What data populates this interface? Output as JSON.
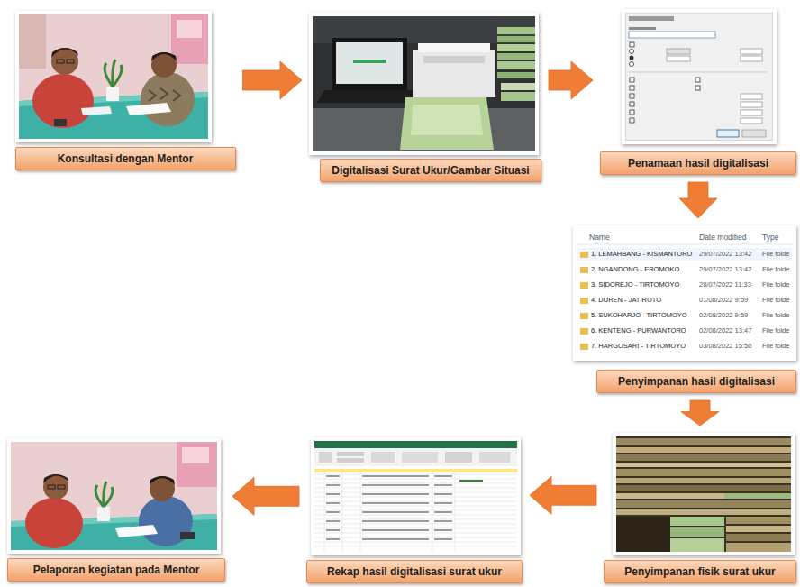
{
  "diagram": {
    "nodes": [
      {
        "text": [
          "Konsultasi dengan Mentor"
        ]
      },
      {
        "text": [
          "Digitalisasi Surat Ukur/Gambar Situasi"
        ]
      },
      {
        "text": [
          "Penamaan hasil digitalisasi"
        ]
      },
      {
        "text": [
          "Penyimpanan hasil digitalisasi"
        ]
      },
      {
        "text": [
          "Penyimpanan fisik surat ukur"
        ]
      },
      {
        "text": [
          "Rekap hasil digitalisasi surat ukur"
        ]
      },
      {
        "text": [
          "Pelaporan kegiatan pada Mentor"
        ]
      }
    ],
    "edges": [
      {
        "from": 0,
        "to": 1,
        "arrow": "to"
      },
      {
        "from": 1,
        "to": 2,
        "arrow": "to"
      },
      {
        "from": 2,
        "to": 3,
        "arrow": "to"
      },
      {
        "from": 3,
        "to": 4,
        "arrow": "to"
      },
      {
        "from": 4,
        "to": 5,
        "arrow": "to"
      },
      {
        "from": 5,
        "to": 6,
        "arrow": "to"
      }
    ],
    "labels": [
      "Name",
      "Date modified",
      "Type",
      "1. LEMAHBANG - KISMANTORO",
      "29/07/2022 13:42",
      "File folde",
      "2. NGANDONG - EROMOKO",
      "29/07/2022 13:42",
      "File folde",
      "3. SIDOREJO - TIRTOMOYO",
      "28/07/2022 11:33",
      "File folde",
      "4. DUREN - JATIROTO",
      "01/08/2022 9:59",
      "File folde",
      "5. SUKOHARJO - TIRTOMOYO",
      "02/08/2022 9:59",
      "File folde",
      "6. KENTENG - PURWANTORO",
      "02/08/2022 13:47",
      "File folde",
      "7. HARGOSARI - TIRTOMOYO",
      "03/08/2022 15:50",
      "File folde"
    ]
  }
}
